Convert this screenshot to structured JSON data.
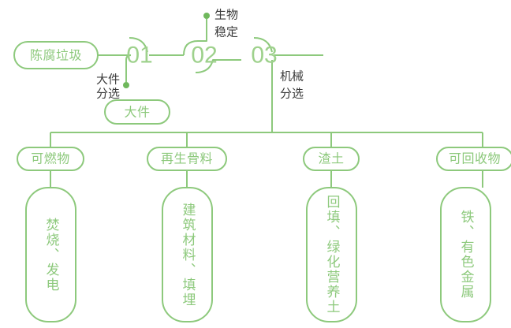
{
  "theme": {
    "line_color": "#8dc97c",
    "accent_dot_color": "#6fb85c",
    "green_text_color": "#8dc97c",
    "step_number_color": "#9ed18c",
    "caption_text_color": "#3a3a3a",
    "background": "#ffffff"
  },
  "source": {
    "label": "陈腐垃圾"
  },
  "steps": [
    {
      "number": "01",
      "caption": "大件\n分选",
      "caption_line1": "大件",
      "caption_line2": "分选"
    },
    {
      "number": "02",
      "caption": "生物\n稳定",
      "caption_line1": "生物",
      "caption_line2": "稳定"
    },
    {
      "number": "03",
      "caption": "机械\n分选",
      "caption_line1": "机械",
      "caption_line2": "分选"
    }
  ],
  "side_output": {
    "label": "大件"
  },
  "outputs": [
    {
      "label": "可燃物",
      "detail": "焚烧、发电"
    },
    {
      "label": "再生骨料",
      "detail": "建筑材料、填埋"
    },
    {
      "label": "渣土",
      "detail": "回填、绿化营养土"
    },
    {
      "label": "可回收物",
      "detail": "铁、有色金属"
    }
  ]
}
